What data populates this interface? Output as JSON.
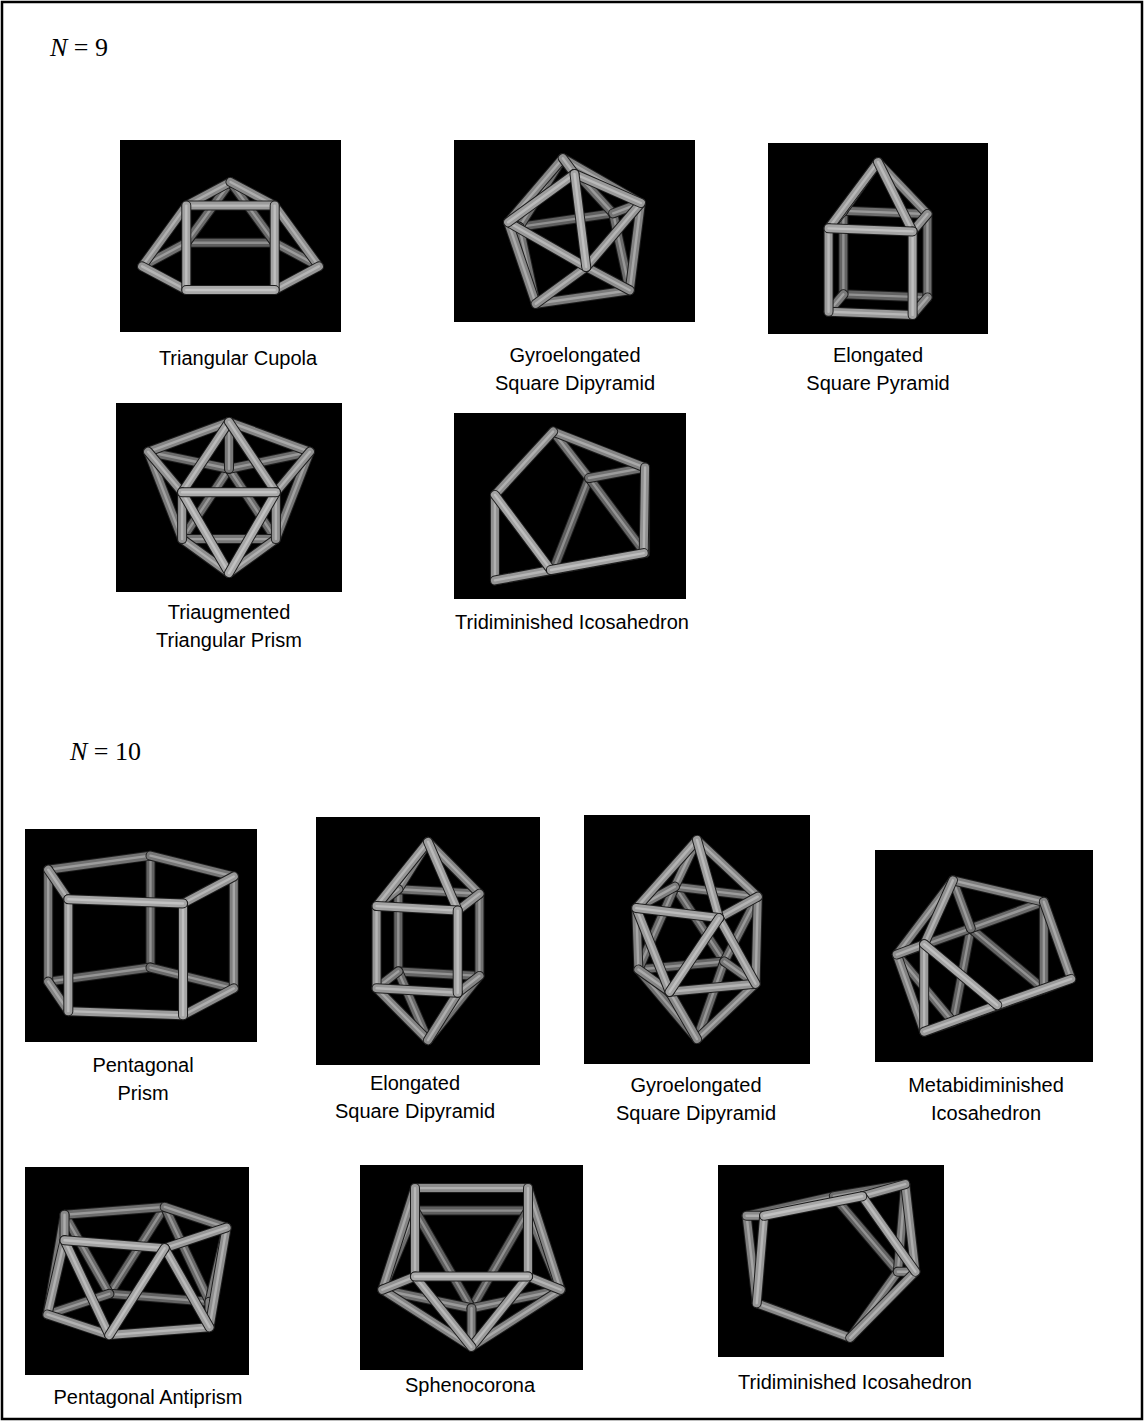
{
  "diagram": {
    "labels": [
      "N = 9",
      "Triangular Cupola",
      "Gyroelongated Square Dipyramid",
      "Elongated Square Pyramid",
      "Triaugmented Triangular Prism",
      "Tridiminished Icosahedron",
      "N = 10",
      "Pentagonal Prism",
      "Elongated Square Dipyramid",
      "Gyroelongated Square Dipyramid",
      "Metabidiminished Icosahedron",
      "Pentagonal Antiprism",
      "Sphenocorona",
      "Tridiminished Icosahedron"
    ]
  }
}
